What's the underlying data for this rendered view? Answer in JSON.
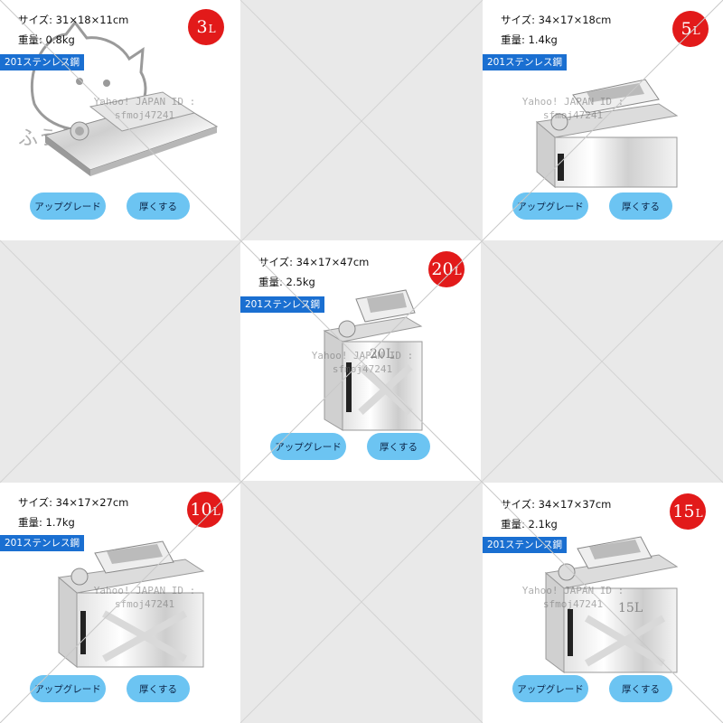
{
  "material_label": "201ステンレス鋼",
  "buttons": {
    "upgrade": "アップグレード",
    "thicker": "厚くする"
  },
  "watermark": {
    "line1": "Yahoo! JAPAN ID :",
    "line2": "sfmoj47241"
  },
  "store_logo_text": "ふうねこストア",
  "products": [
    {
      "size": "サイズ: 31×18×11cm",
      "weight": "重量: 0.8kg",
      "capacity_num": "3",
      "capacity_unit": "L"
    },
    {
      "size": "サイズ: 34×17×18cm",
      "weight": "重量: 1.4kg",
      "capacity_num": "5",
      "capacity_unit": "L"
    },
    {
      "size": "サイズ: 34×17×47cm",
      "weight": "重量: 2.5kg",
      "capacity_num": "20",
      "capacity_unit": "L",
      "can_print": "20L"
    },
    {
      "size": "サイズ: 34×17×27cm",
      "weight": "重量: 1.7kg",
      "capacity_num": "10",
      "capacity_unit": "L"
    },
    {
      "size": "サイズ: 34×17×37cm",
      "weight": "重量: 2.1kg",
      "capacity_num": "15",
      "capacity_unit": "L",
      "can_print": "15L"
    }
  ],
  "colors": {
    "badge": "#e21a1a",
    "material_bg": "#1a6fd1",
    "button_bg": "#6cc4f2",
    "cell_gray": "#e9e9e9"
  }
}
